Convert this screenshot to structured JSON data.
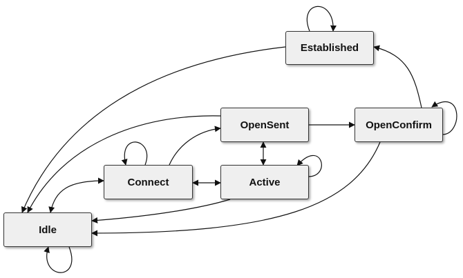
{
  "diagram": {
    "type": "state-machine",
    "nodes": {
      "established": "Established",
      "opensent": "OpenSent",
      "openconfirm": "OpenConfirm",
      "connect": "Connect",
      "active": "Active",
      "idle": "Idle"
    },
    "edges": [
      {
        "from": "Established",
        "to": "Established"
      },
      {
        "from": "Established",
        "to": "Idle"
      },
      {
        "from": "OpenConfirm",
        "to": "Established"
      },
      {
        "from": "OpenConfirm",
        "to": "OpenConfirm"
      },
      {
        "from": "OpenConfirm",
        "to": "Idle"
      },
      {
        "from": "OpenSent",
        "to": "OpenConfirm"
      },
      {
        "from": "OpenSent",
        "to": "Idle"
      },
      {
        "from": "OpenSent",
        "to": "Active",
        "bidirectional": true
      },
      {
        "from": "Connect",
        "to": "OpenSent"
      },
      {
        "from": "Connect",
        "to": "Connect"
      },
      {
        "from": "Connect",
        "to": "Active",
        "bidirectional": true
      },
      {
        "from": "Connect",
        "to": "Idle",
        "bidirectional": true
      },
      {
        "from": "Active",
        "to": "Active"
      },
      {
        "from": "Active",
        "to": "Idle"
      },
      {
        "from": "Idle",
        "to": "Idle"
      }
    ]
  }
}
